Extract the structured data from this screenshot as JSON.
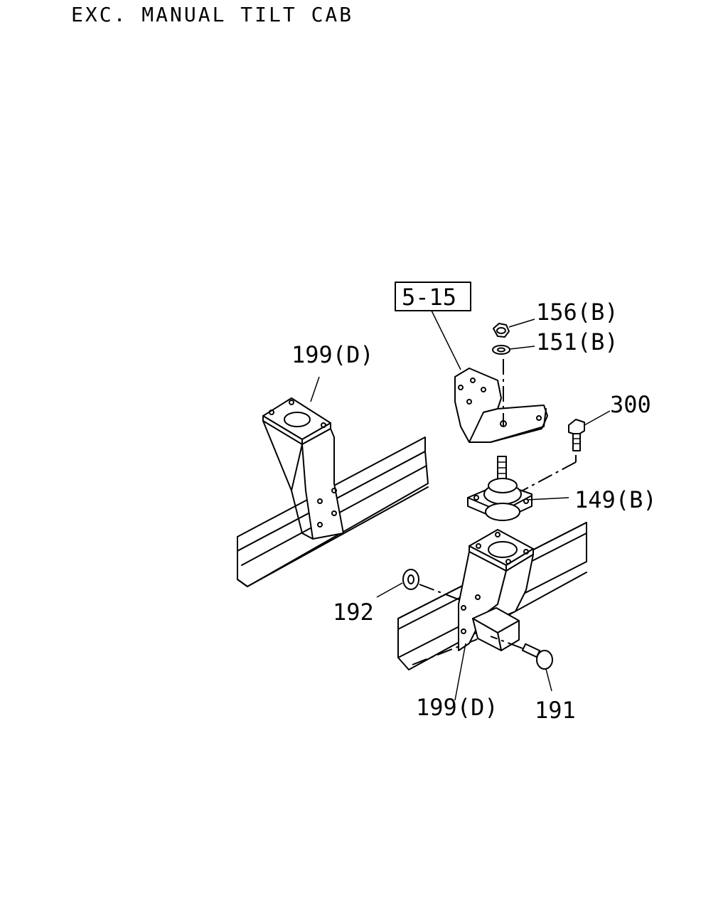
{
  "title": "EXC. MANUAL TILT CAB",
  "ref_box": "5-15",
  "callouts": {
    "p156": "156(B)",
    "p151": "151(B)",
    "p300": "300",
    "p149": "149(B)",
    "p199_top": "199(D)",
    "p192": "192",
    "p199_bottom": "199(D)",
    "p191": "191"
  }
}
